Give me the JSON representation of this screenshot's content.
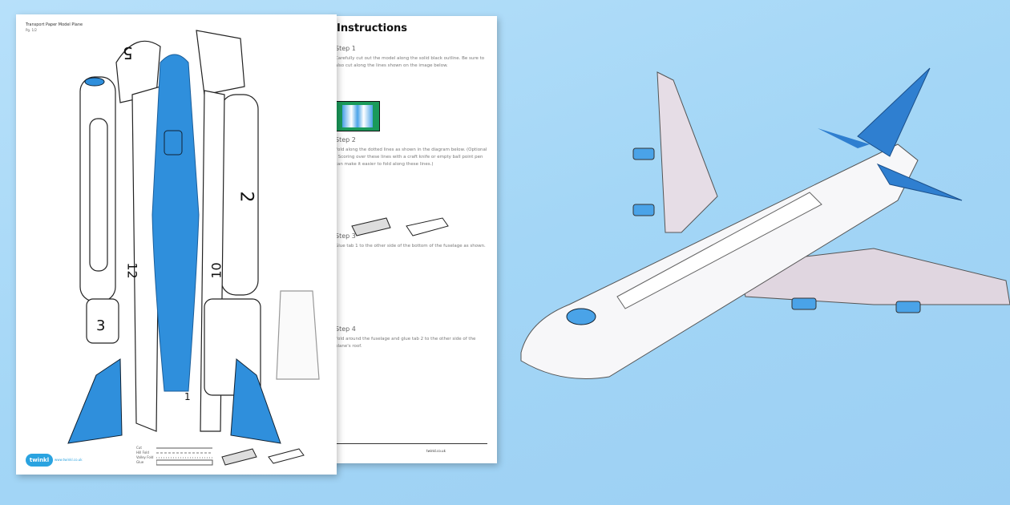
{
  "template_sheet": {
    "title": "Transport Paper Model Plane",
    "page": "Pg. 1/2",
    "part_numbers": [
      "5",
      "2",
      "12",
      "10",
      "3",
      "1"
    ],
    "key": [
      "Cut",
      "Hill Fold",
      "Valley Fold",
      "Glue"
    ],
    "logo": "twinkl",
    "website": "www.twinkl.co.uk"
  },
  "instructions_sheet": {
    "title": "Instructions",
    "steps": [
      {
        "heading": "Step 1",
        "text": "Carefully cut out the model along the solid black outline. Be sure to also cut along the lines shown on the image below."
      },
      {
        "heading": "Step 2",
        "text": "Fold along the dotted lines as shown in the diagram below. (Optional - Scoring over these lines with a craft knife or empty ball point pen can make it easier to fold along these lines.)"
      },
      {
        "heading": "Step 3",
        "text": "Glue tab 1 to the other side of the bottom of the fuselage as shown."
      },
      {
        "heading": "Step 4",
        "text": "Fold around the fuselage and glue tab 2 to the other side of the plane's roof."
      }
    ],
    "footer": "twinkl.co.uk"
  },
  "colors": {
    "background": "#a3d6f6",
    "accent_blue": "#2f8fdc",
    "paper": "#ffffff"
  }
}
